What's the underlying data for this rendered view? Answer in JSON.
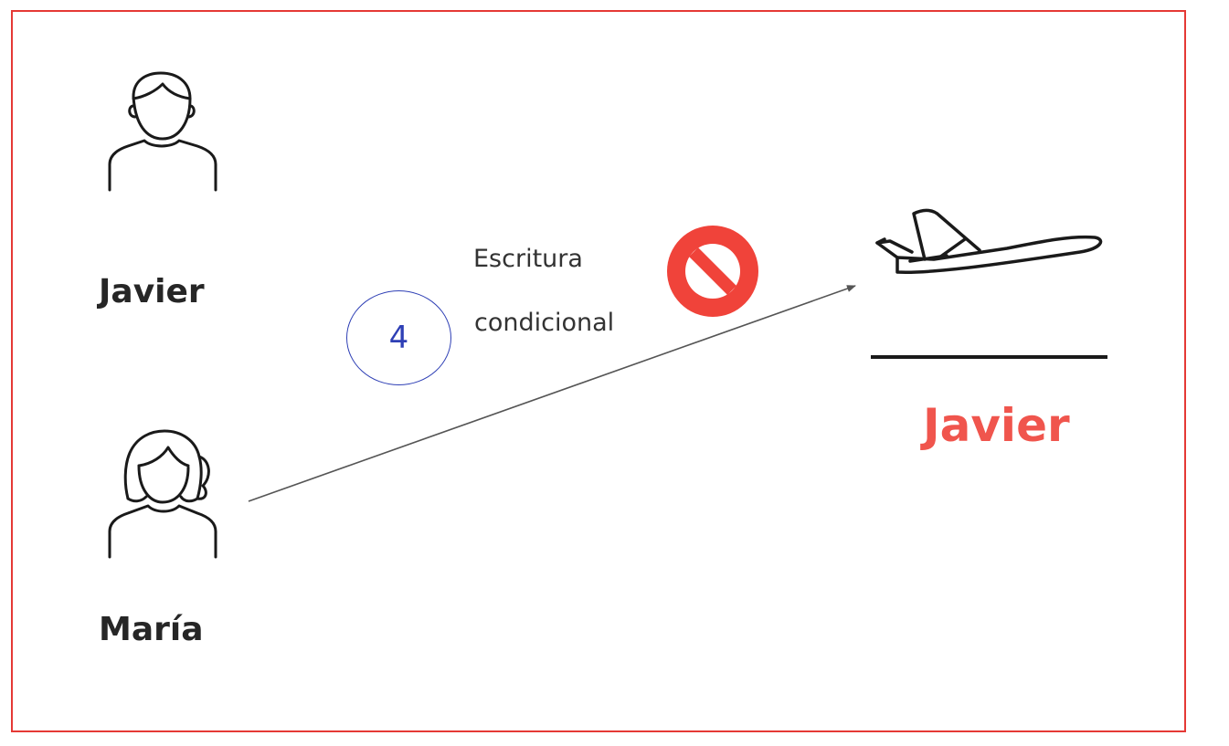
{
  "people": {
    "top": {
      "name": "Javier",
      "icon": "man-user-icon"
    },
    "bottom": {
      "name": "María",
      "icon": "woman-user-icon"
    }
  },
  "step": {
    "number": "4"
  },
  "operation": {
    "line1": "Escritura",
    "line2": "condicional"
  },
  "blocked_icon": "prohibited-icon",
  "flight": {
    "icon": "airplane-icon",
    "passenger": "Javier"
  },
  "colors": {
    "frame": "#e53935",
    "highlight": "#f0554d",
    "step": "#2e3fb5",
    "prohibited": "#f0433a"
  }
}
